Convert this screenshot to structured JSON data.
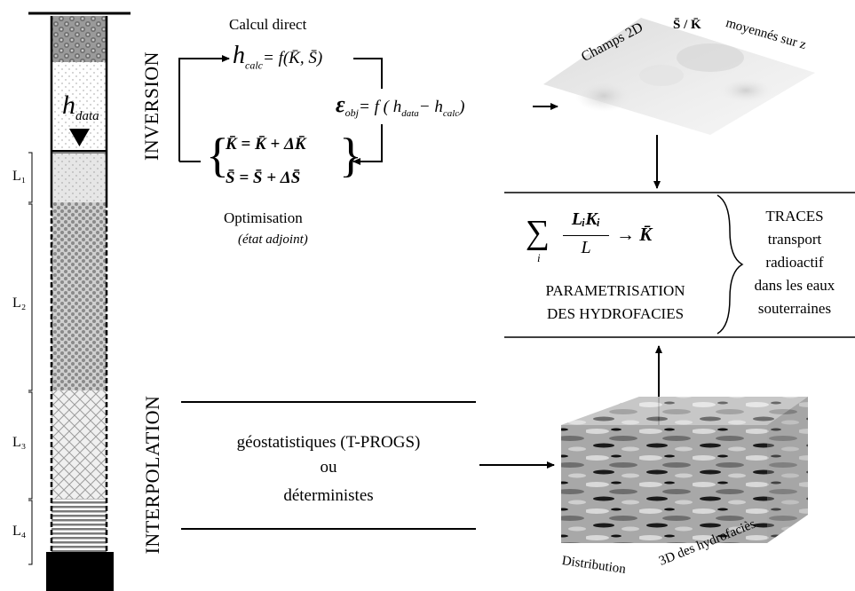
{
  "column": {
    "layer_labels": [
      "L₁",
      "L₂",
      "L₃",
      "L₄"
    ],
    "h_data_symbol": "h",
    "h_data_subscript": "data"
  },
  "section_labels": {
    "inversion": "INVERSION",
    "interpolation": "INTERPOLATION"
  },
  "inversion_loop": {
    "top_label": "Calcul direct",
    "h_calc_lhs": "h",
    "h_calc_sub": "calc",
    "h_calc_rhs": "= f(K̄, S̄)",
    "eps_symbol": "ε",
    "eps_sub": "obj",
    "eps_rhs_a": "= f ( h",
    "eps_rhs_sub1": "data",
    "eps_rhs_b": "− h",
    "eps_rhs_sub2": "calc",
    "eps_rhs_c": ")",
    "update_k": "K̄ = K̄ + ΔK̄",
    "update_s": "S̄ = S̄ + ΔS̄",
    "bottom_label": "Optimisation",
    "bottom_sublabel": "(état adjoint)"
  },
  "champs_2d": {
    "label_left": "Champs 2D",
    "label_mid": "S̄ / K̄",
    "label_right": "moyennés  sur z"
  },
  "parametrisation": {
    "formula_sum": "∑",
    "formula_sub_i": "i",
    "formula_num": "LᵢKᵢ",
    "formula_den": "L",
    "formula_rhs": "→ K̄",
    "title_line1": "PARAMETRISATION",
    "title_line2": "DES HYDROFACIES"
  },
  "traces": {
    "line1": "TRACES",
    "line2": "transport",
    "line3": "radioactif",
    "line4": "dans les eaux",
    "line5": "souterraines"
  },
  "interpolation_box": {
    "line1": "géostatistiques (T-PROGS)",
    "line2": "ou",
    "line3": "déterministes"
  },
  "distribution_3d": {
    "label_a": "Distribution",
    "label_b": "3D des hydrofaciès"
  }
}
